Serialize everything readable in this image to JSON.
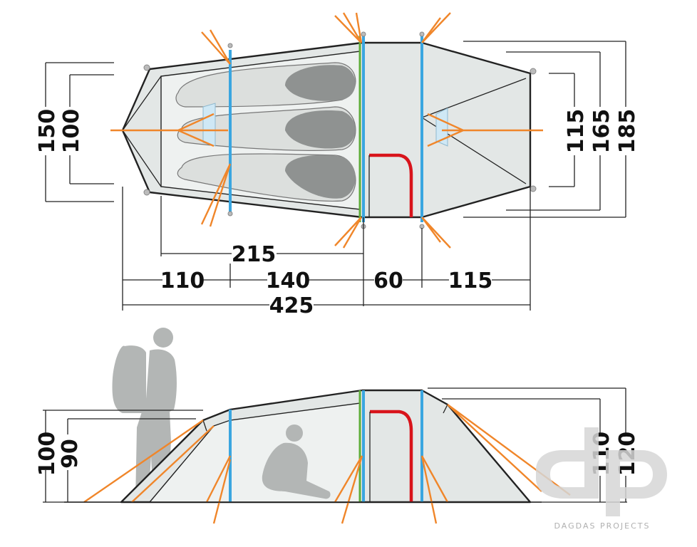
{
  "top_view": {
    "length_labels": {
      "sleeping_cabin": "215",
      "rear_section": "110",
      "inner_section": "140",
      "middle_section": "60",
      "front_section": "115",
      "total_length": "425"
    },
    "left_heights": {
      "outer": "150",
      "inner": "100"
    },
    "right_heights": {
      "inner": "115",
      "middle": "165",
      "outer": "185"
    }
  },
  "side_view": {
    "left_heights": {
      "outer": "100",
      "inner": "90"
    },
    "right_heights": {
      "inner": "110",
      "outer": "120"
    }
  },
  "logo": {
    "mark": "dp",
    "text": "DAGDAS PROJECTS"
  },
  "colors": {
    "guy_lines": "#f0862a",
    "poles": "#3aa6e0",
    "pole_sleeves": "#5fae3a",
    "door": "#d8141b",
    "tent_fabric": "#e3e7e6"
  }
}
